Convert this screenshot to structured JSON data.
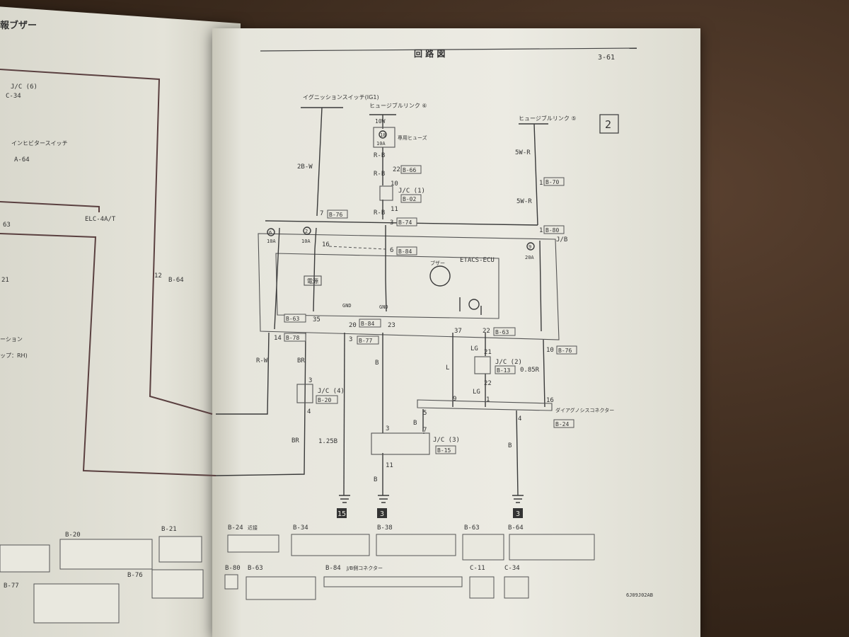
{
  "header": {
    "section": "回 路 図",
    "page_number": "3-61",
    "left_partial_title": "報ブザー",
    "sheet_index": "2"
  },
  "sources": {
    "ignition_switch": "イグニッションスイッチ(IG1)",
    "fusible_link_a": "ヒュージブルリンク ⑥",
    "fusible_link_b": "ヒュージブルリンク ⑤",
    "fuse_rating_a": "10W",
    "dedicated_fuse_no": "18",
    "dedicated_fuse_amp": "10A",
    "dedicated_fuse_label": "専用ヒューズ"
  },
  "wires": {
    "w_2bw": "2B-W",
    "w_rb1": "R-B",
    "w_rb2": "R-B",
    "w_rb3": "R-B",
    "w_5wr1": "5W-R",
    "w_5wr2": "5W-R",
    "w_rw": "R-W",
    "w_br1": "BR",
    "w_br2": "BR",
    "w_125b": "1.25B",
    "w_b1": "B",
    "w_b2": "B",
    "w_b3": "B",
    "w_b4": "B",
    "w_l": "L",
    "w_lg1": "LG",
    "w_lg2": "LG",
    "w_085r": "0.85R"
  },
  "connectors": {
    "b66": "B-66",
    "b02": "B-02",
    "b74": "B-74",
    "b76a": "B-76",
    "b70": "B-70",
    "b80": "B-80",
    "b84a": "B-84",
    "b63a": "B-63",
    "b78": "B-78",
    "b84b": "B-84",
    "b77": "B-77",
    "b63b": "B-63",
    "b13": "B-13",
    "b76b": "B-76",
    "b20": "B-20",
    "b15": "B-15",
    "b24": "B-24",
    "b64": "B-64"
  },
  "pins": {
    "p22a": "22",
    "p10a": "10",
    "p11a": "11",
    "p7": "7",
    "p3a": "3",
    "p1": "1",
    "p16a": "16",
    "p6": "6",
    "p35": "35",
    "p20": "20",
    "p23": "23",
    "p37": "37",
    "p22b": "22",
    "p14": "14",
    "p3b": "3",
    "p21": "21",
    "p22c": "22",
    "p10b": "10",
    "p3c": "3",
    "p4a": "4",
    "p5": "5",
    "p9": "9",
    "p1b": "1",
    "p16b": "16",
    "p3d": "3",
    "p7b": "7",
    "p4b": "4",
    "p11b": "11",
    "p12": "12"
  },
  "fuses": {
    "f6": "6",
    "f6amp": "10A",
    "f2": "2",
    "f2amp": "10A",
    "f9": "9",
    "f9amp": "20A"
  },
  "components": {
    "jc1": "J/C (1)",
    "jc2": "J/C (2)",
    "jc3": "J/C (3)",
    "jc4": "J/C (4)",
    "jb": "J/B",
    "etacs": "ETACS-ECU",
    "buzzer": "ブザー",
    "power": "電源",
    "gnd1": "GND",
    "gnd2": "GND",
    "diag": "ダイアグノシスコネクター"
  },
  "grounds": {
    "g15": "15",
    "g3a": "3",
    "g3b": "3"
  },
  "connector_legend": {
    "c_b24": "B-24",
    "c_b24_sub": "近接",
    "c_b34": "B-34",
    "c_b38": "B-38",
    "c_b63": "B-63",
    "c_b64": "B-64",
    "c_b80": "B-80",
    "c_b63b": "B-63",
    "c_b84": "B-84",
    "c_b84_sub": "J/B側コネクター",
    "c_c11": "C-11",
    "c_c34": "C-34",
    "c_b20": "B-20",
    "c_b76": "B-76",
    "c_b21": "B-21",
    "c_b77": "B-77",
    "footer_code": "6J09J02AB"
  },
  "left_page": {
    "jc6": "J/C (6)",
    "c34": "C-34",
    "inhibitor": "インヒビタースイッチ",
    "a64": "A-64",
    "elc": "ELC-4A/T",
    "c63": "63",
    "c21": "21",
    "b64": "B-64",
    "pos": "ーション",
    "rh": "ップ：RH)"
  }
}
